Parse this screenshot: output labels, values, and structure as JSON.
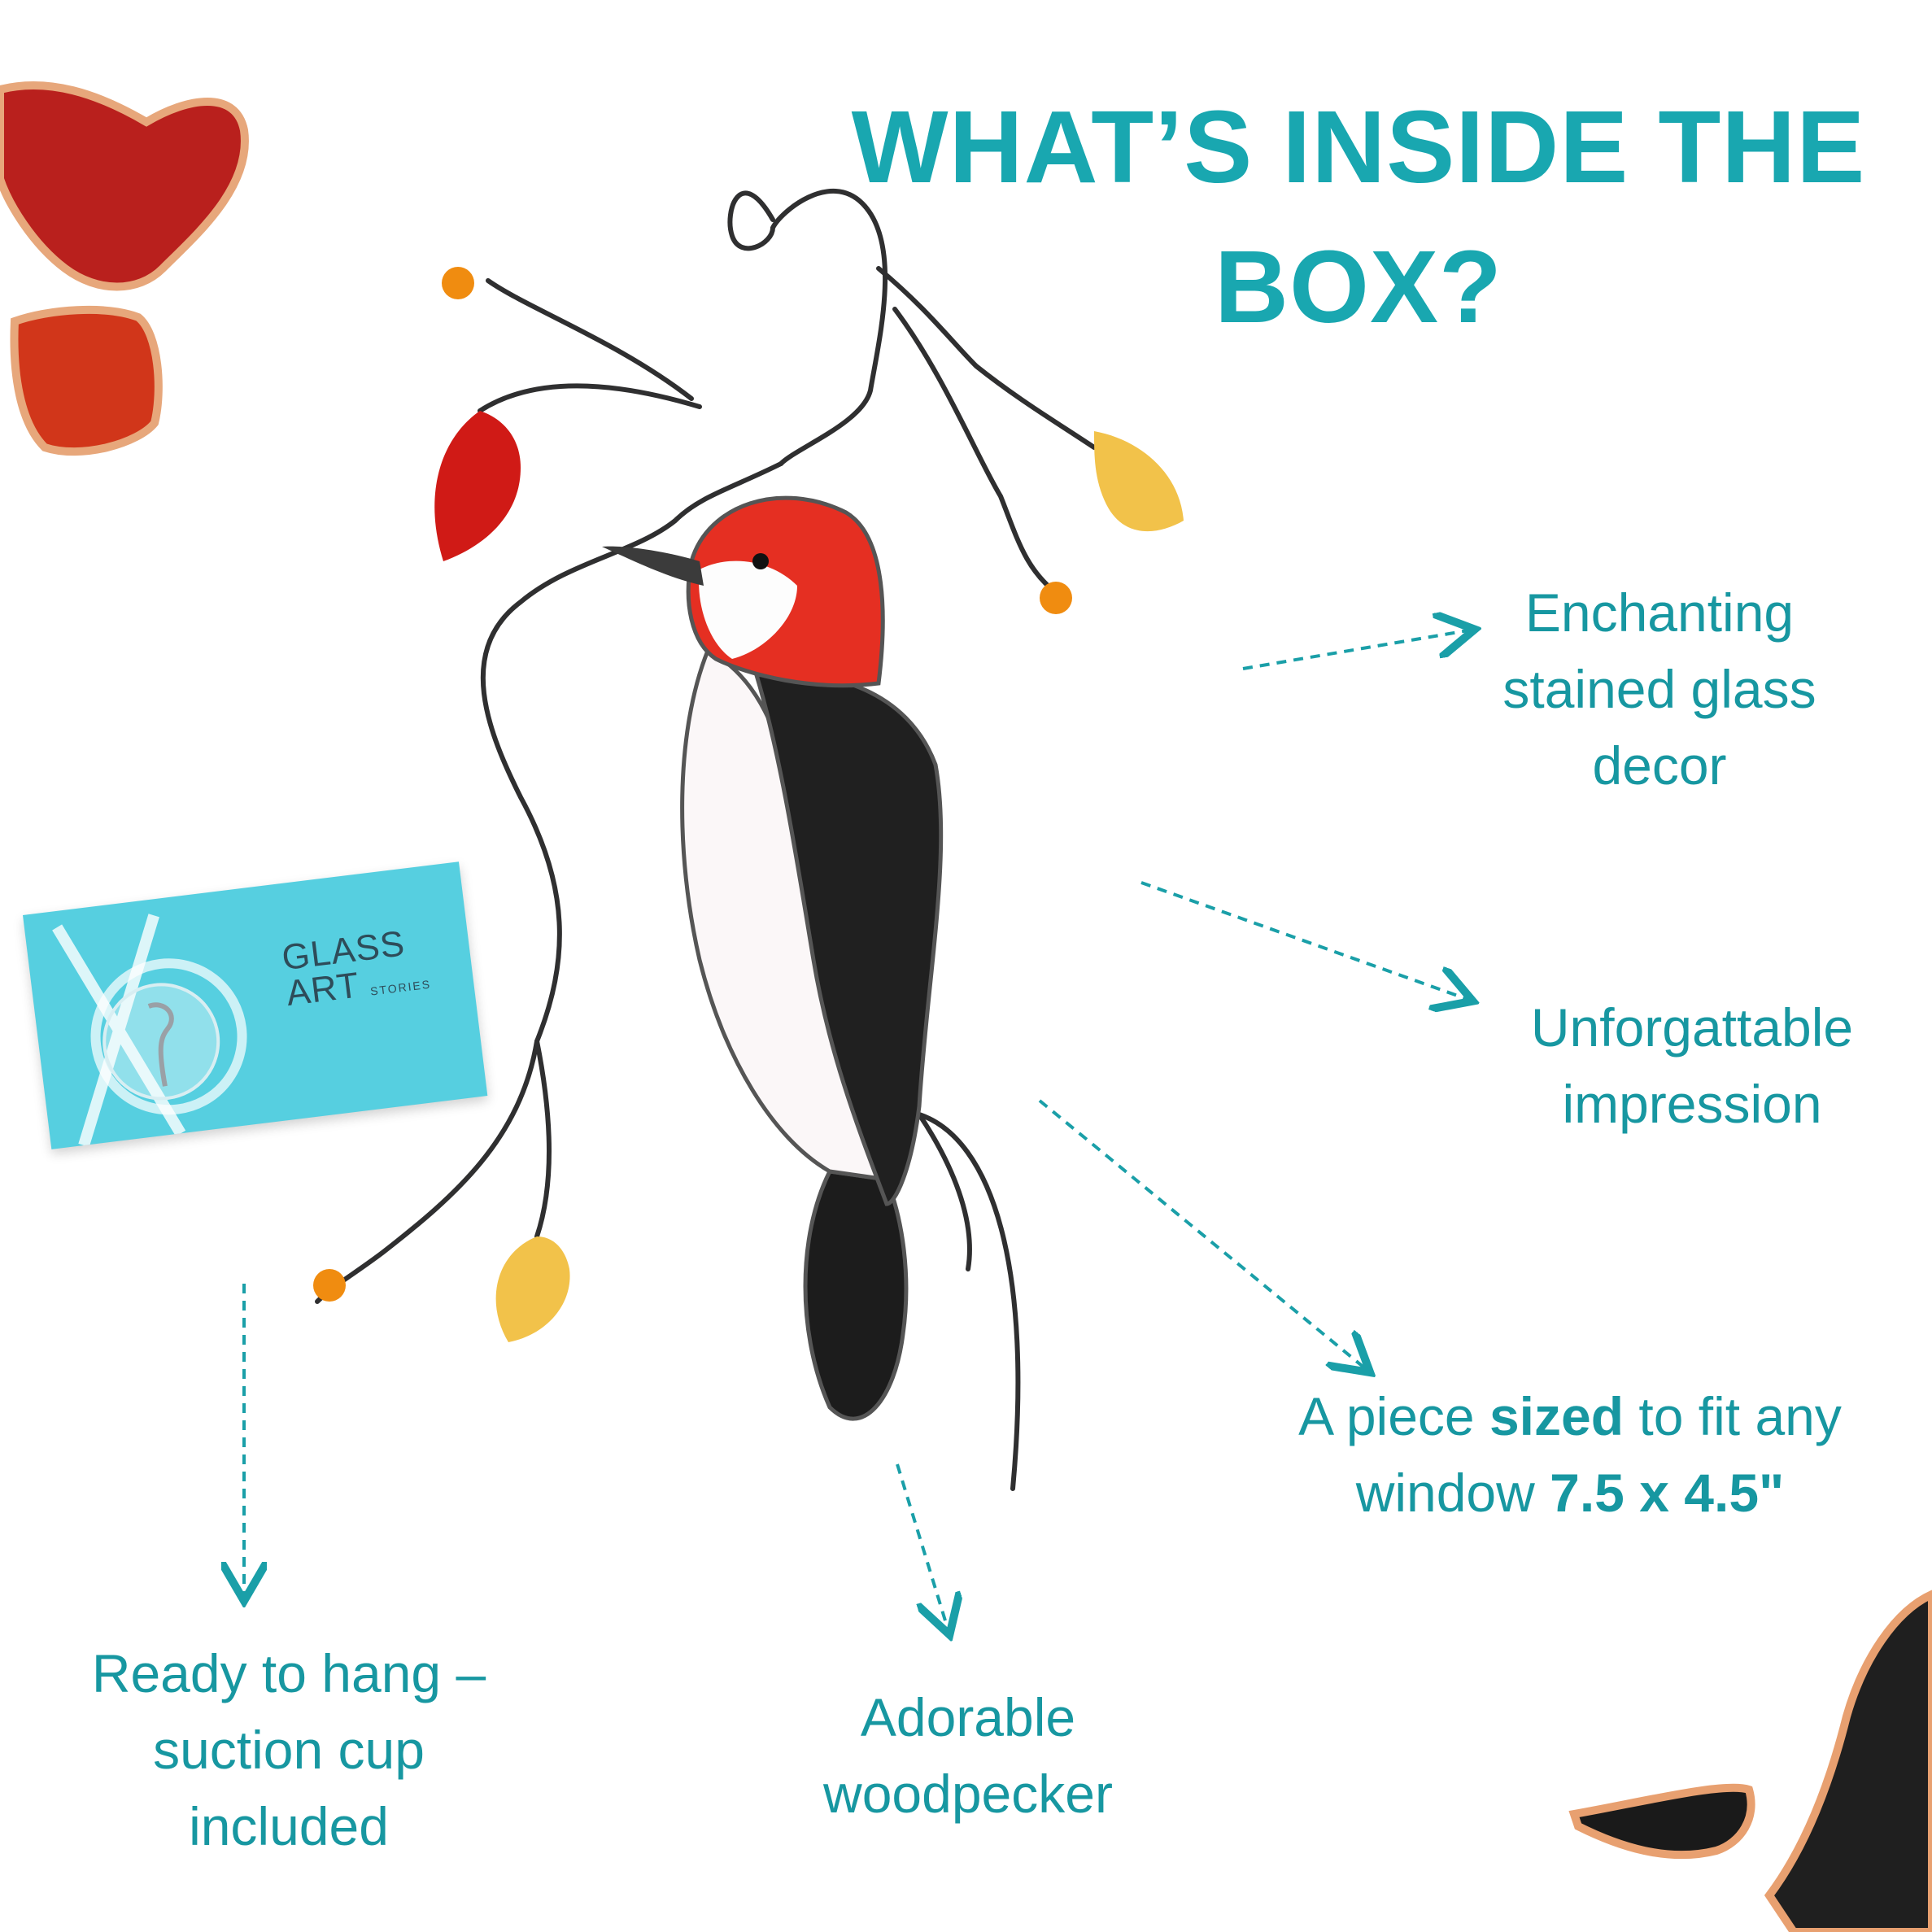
{
  "headline": {
    "line1": "WHAT’S INSIDE THE",
    "line2": "BOX?"
  },
  "captions": {
    "enchanting": [
      "Enchanting",
      "stained glass",
      "decor"
    ],
    "unforgettable": [
      "Unforgattable",
      "impression"
    ],
    "sized": {
      "pre": "A piece ",
      "bold": "sized",
      "post": " to fit any",
      "line2_pre": "window  ",
      "line2_bold": "7.5 x 4.5\""
    },
    "hang": [
      "Ready to hang –",
      "suction cup",
      "included"
    ],
    "woodpecker": [
      "Adorable",
      "woodpecker"
    ]
  },
  "brand_card": {
    "line1": "GLASS",
    "line2": "ART",
    "sub": "STORIES"
  },
  "colors": {
    "accent": "#19a7b0",
    "card": "#56cfe0",
    "bird_head": "#e52f22",
    "bird_body": "#1c1c1c",
    "leaf_red": "#d01a16",
    "leaf_yellow": "#f2c24a",
    "bead_orange": "#f08c10"
  }
}
